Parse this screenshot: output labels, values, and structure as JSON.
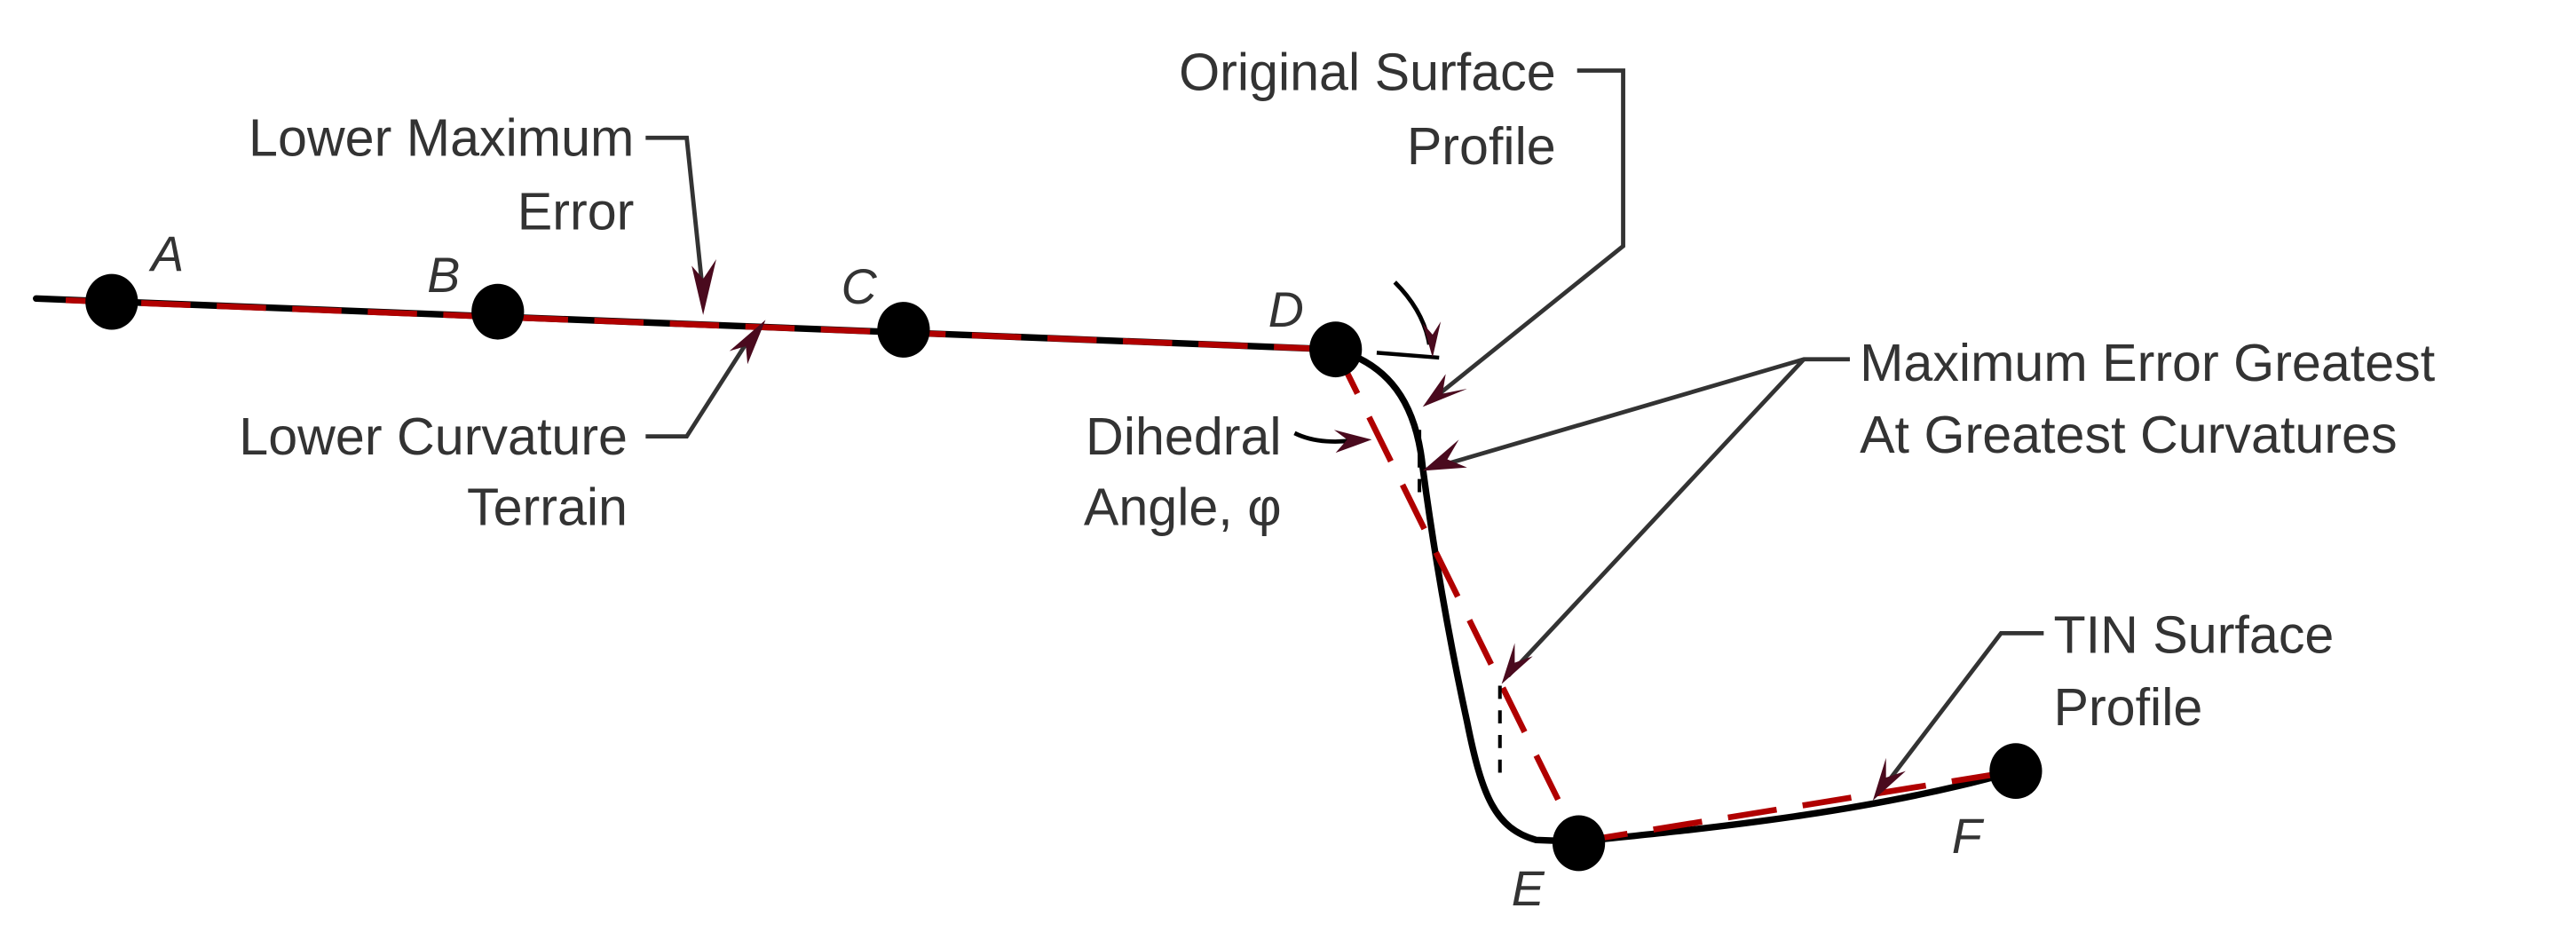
{
  "title": "Original vs TIN surface profile error diagram",
  "colors": {
    "original_profile": "#000000",
    "tin_profile": "#b00000",
    "arrowhead": "#4a0a1e",
    "text": "#333333",
    "background": "#ffffff"
  },
  "points": [
    {
      "id": "A",
      "label": "A"
    },
    {
      "id": "B",
      "label": "B"
    },
    {
      "id": "C",
      "label": "C"
    },
    {
      "id": "D",
      "label": "D"
    },
    {
      "id": "E",
      "label": "E"
    },
    {
      "id": "F",
      "label": "F"
    }
  ],
  "annotations": {
    "lower_max_error": {
      "line1": "Lower Maximum",
      "line2": "Error"
    },
    "lower_curvature": {
      "line1": "Lower Curvature",
      "line2": "Terrain"
    },
    "original_surface": {
      "line1": "Original Surface",
      "line2": "Profile"
    },
    "dihedral_angle": {
      "line1": "Dihedral",
      "line2": "Angle, φ"
    },
    "max_error_greatest": {
      "line1": "Maximum Error Greatest",
      "line2": "At Greatest Curvatures"
    },
    "tin_surface": {
      "line1": "TIN Surface",
      "line2": "Profile"
    }
  },
  "legend_semantics": {
    "solid_black": "Original Surface Profile",
    "dashed_red": "TIN Surface Profile",
    "dashed_black_vertical": "Maximum error offsets"
  }
}
